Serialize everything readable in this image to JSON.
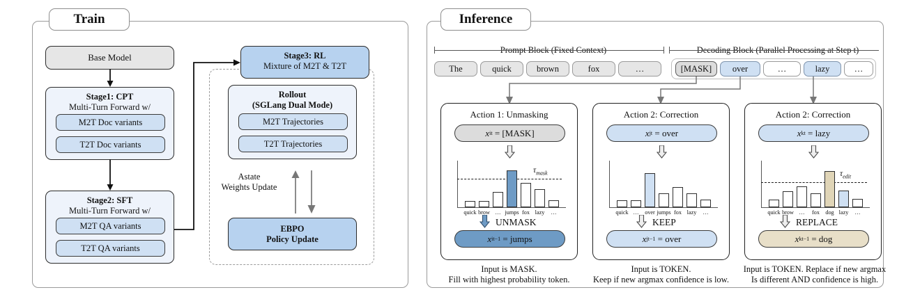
{
  "train": {
    "title": "Train",
    "base_model": "Base Model",
    "stage1": {
      "head": "Stage1: CPT",
      "sub": "Multi-Turn Forward w/",
      "items": [
        "M2T Doc variants",
        "T2T Doc variants"
      ]
    },
    "stage2": {
      "head": "Stage2: SFT",
      "sub": "Multi-Turn Forward w/",
      "items": [
        "M2T QA variants",
        "T2T QA variants"
      ]
    },
    "stage3": {
      "head": "Stage3: RL",
      "sub": "Mixture of M2T & T2T"
    },
    "rollout": {
      "head": "Rollout",
      "sub": "(SGLang Dual Mode)",
      "items": [
        "M2T Trajectories",
        "T2T Trajectories"
      ]
    },
    "ebpo": {
      "head": "EBPO",
      "sub": "Policy Update"
    },
    "update_label_line1": "Astate",
    "update_label_line2": "Weights Update"
  },
  "inference": {
    "title": "Inference",
    "prompt_bracket": "Prompt Block (Fixed Context)",
    "decoding_bracket": "Decoding Block (Parallel Processing at Step t)",
    "prompt_tokens": [
      "The",
      "quick",
      "brown",
      "fox",
      "…"
    ],
    "decode_tokens": [
      {
        "label": "[MASK]",
        "style": "mask"
      },
      {
        "label": "over",
        "style": "b"
      },
      {
        "label": "…",
        "style": "w"
      },
      {
        "label": "lazy",
        "style": "b"
      },
      {
        "label": "…",
        "style": "w"
      }
    ],
    "cards": [
      {
        "title": "Action 1: Unmasking",
        "input_var": "x",
        "input_sub": "t",
        "input_sup": "i",
        "input_val": "= [MASK]",
        "input_style": "g",
        "threshold": "mask",
        "verb": "UNMASK",
        "output_var": "x",
        "output_sub": "t−1",
        "output_sup": "i",
        "output_val": "= jumps",
        "output_style": "bd",
        "caption_line1": "Input is MASK.",
        "caption_line2": "Fill with highest probability token."
      },
      {
        "title": "Action 2: Correction",
        "input_var": "x",
        "input_sub": "t",
        "input_sup": "j",
        "input_val": "= over",
        "input_style": "b",
        "threshold": null,
        "verb": "KEEP",
        "output_var": "x",
        "output_sub": "t−1",
        "output_sup": "j",
        "output_val": "= over",
        "output_style": "b",
        "caption_line1": "Input is TOKEN.",
        "caption_line2": "Keep if new argmax confidence is low."
      },
      {
        "title": "Action 2: Correction",
        "input_var": "x",
        "input_sub": "t",
        "input_sup": "k",
        "input_val": "= lazy",
        "input_style": "b",
        "threshold": "edit",
        "verb": "REPLACE",
        "output_var": "x",
        "output_sub": "t−1",
        "output_sup": "k",
        "output_val": "= dog",
        "output_style": "t",
        "caption_line1": "Input is TOKEN. Replace if new argmax",
        "caption_line2": "Is different AND confidence is high."
      }
    ]
  },
  "chart_data": [
    {
      "type": "bar",
      "title": "Action 1: Unmasking token distribution",
      "categories": [
        "quick",
        "brow",
        "…",
        "jumps",
        "fox",
        "lazy",
        "…"
      ],
      "values": [
        0.13,
        0.13,
        0.32,
        0.78,
        0.52,
        0.38,
        0.14
      ],
      "highlight_index": 3,
      "highlight_color": "#6e9bc5",
      "threshold_label": "τ_mask",
      "threshold_value": 0.62,
      "ylim": [
        0,
        1
      ],
      "grid": false
    },
    {
      "type": "bar",
      "title": "Action 2: Correction (keep) token distribution",
      "categories": [
        "quick",
        "…",
        "over",
        "jumps",
        "fox",
        "lazy",
        "…"
      ],
      "values": [
        0.14,
        0.14,
        0.72,
        0.3,
        0.42,
        0.3,
        0.16
      ],
      "highlight_index": 2,
      "highlight_color": "#cfe0f3",
      "threshold_label": null,
      "threshold_value": null,
      "ylim": [
        0,
        1
      ],
      "grid": false
    },
    {
      "type": "bar",
      "title": "Action 2: Correction (replace) token distribution",
      "categories": [
        "quick",
        "brow",
        "…",
        "fox",
        "dog",
        "lazy",
        "…"
      ],
      "values": [
        0.16,
        0.34,
        0.44,
        0.3,
        0.78,
        0.36,
        0.18
      ],
      "highlight_index": 4,
      "highlight_color": "#e0d5b7",
      "secondary_highlight_index": 5,
      "secondary_highlight_color": "#cfe0f3",
      "threshold_label": "τ_edit",
      "threshold_value": 0.56,
      "ylim": [
        0,
        1
      ],
      "grid": false
    }
  ],
  "colors": {
    "mid_blue": "#b7d2ef",
    "light_blue": "#cfe0f3",
    "very_light_blue": "#eef3fb",
    "grey": "#e6e6e6",
    "deep_blue": "#6e9bc5",
    "tan": "#e8dfc8"
  }
}
